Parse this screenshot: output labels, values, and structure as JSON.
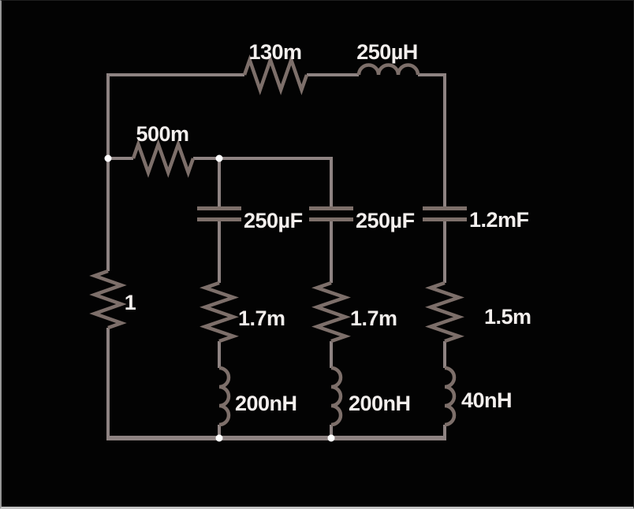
{
  "diagram": {
    "kind": "circuit-schematic",
    "description": "Passive RLC ladder network on black background"
  },
  "colors": {
    "bg": "#030303",
    "wire": "#8e8382",
    "component": "#7d6f6a",
    "dot": "#ffffff",
    "text": "#f3efed",
    "edge-left": "#979797",
    "edge-bottom": "#c3c3c3",
    "edge-dark": "#1f1f1f"
  },
  "components": {
    "r_series_top": {
      "type": "resistor",
      "label": "130m"
    },
    "l_series_top": {
      "type": "inductor",
      "label": "250µH"
    },
    "r_series_mid": {
      "type": "resistor",
      "label": "500m"
    },
    "r_shunt_input": {
      "type": "resistor",
      "label": "1"
    },
    "c_branch1": {
      "type": "capacitor",
      "label": "250µF"
    },
    "r_branch1": {
      "type": "resistor",
      "label": "1.7m"
    },
    "l_branch1": {
      "type": "inductor",
      "label": "200nH"
    },
    "c_branch2": {
      "type": "capacitor",
      "label": "250µF"
    },
    "r_branch2": {
      "type": "resistor",
      "label": "1.7m"
    },
    "l_branch2": {
      "type": "inductor",
      "label": "200nH"
    },
    "c_branch3": {
      "type": "capacitor",
      "label": "1.2mF"
    },
    "r_branch3": {
      "type": "resistor",
      "label": "1.5m"
    },
    "l_branch3": {
      "type": "inductor",
      "label": "40nH"
    }
  }
}
